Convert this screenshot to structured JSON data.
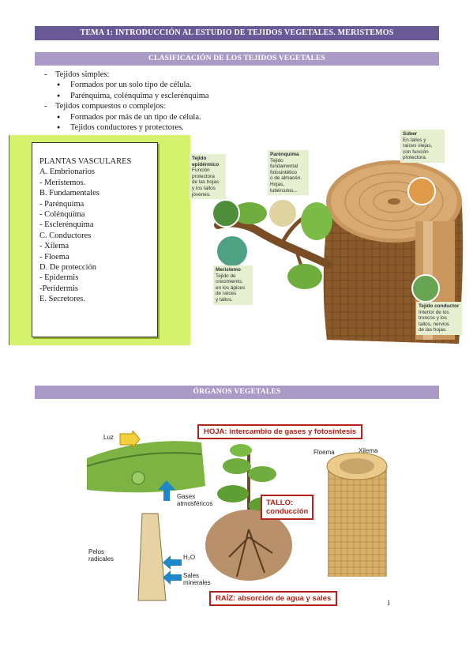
{
  "header": {
    "title": "TEMA 1: INTRODUCCIÓN AL ESTUDIO DE TEJIDOS VEGETALES. MERISTEMOS"
  },
  "classification": {
    "heading": "CLASIFICACIÓN DE LOS TEJIDOS VEGETALES",
    "items": [
      {
        "text": "Tejidos simples:",
        "subitems": [
          "Formados por un solo tipo de célula.",
          "Parénquima, colénquima y esclerénquima"
        ]
      },
      {
        "text": "Tejidos compuestos o complejos:",
        "subitems": [
          "Formados por más de un tipo de célula.",
          "Tejidos conductores y protectores."
        ]
      }
    ]
  },
  "vascular_box": {
    "lines": [
      "PLANTAS VASCULARES",
      "A. Embrionarios",
      "- Meristemos.",
      "B. Fundamentales",
      "- Parénquima",
      "- Colénquima",
      "- Esclerénquima",
      "C. Conductores",
      "- Xilema",
      "- Floema",
      "D. De protección",
      "- Epidermis",
      "-Peridermis",
      "E. Secretores."
    ]
  },
  "tissue_figure": {
    "epidermico": {
      "title": "Tejido epidérmico",
      "text": [
        "Función",
        "protectora",
        "de las hojas",
        "y los tallos",
        "jóvenes."
      ]
    },
    "parenquima": {
      "title": "Parénquima",
      "text": [
        "Tejido",
        "fundamental",
        "fotosintético",
        "o de almacén.",
        "Hojas,",
        "tubérculos..."
      ]
    },
    "suber": {
      "title": "Súber",
      "text": [
        "En tallos y",
        "raíces viejas,",
        "con función",
        "protectora."
      ]
    },
    "meristemo": {
      "title": "Meristemo",
      "text": [
        "Tejido de",
        "crecimiento,",
        "en los ápices",
        "de raíces",
        "y tallos."
      ]
    },
    "conductor": {
      "title": "Tejido conductor",
      "text": [
        "Interior de los",
        "troncos y los",
        "tallos, nervios",
        "de las hojas."
      ]
    }
  },
  "organs": {
    "heading": "ÓRGANOS VEGETALES",
    "hoja": "HOJA: intercambio de gases y fotosíntesis",
    "tallo": [
      "TALLO:",
      "conducción"
    ],
    "raiz": "RAÍZ: absorción de agua y sales",
    "luz": "Luz",
    "gases": [
      "Gases",
      "atmosféricos"
    ],
    "pelos": [
      "Pelos",
      "radicales"
    ],
    "h2o": "H₂O",
    "sales": [
      "Sales",
      "minerales"
    ],
    "floema": "Floema",
    "xilema": "Xilema"
  },
  "page_number": "1",
  "colors": {
    "title_bar": "#6a5997",
    "section_bar": "#a99ac6",
    "green_panel": "#d4f26b",
    "organ_red": "#b0241c"
  }
}
